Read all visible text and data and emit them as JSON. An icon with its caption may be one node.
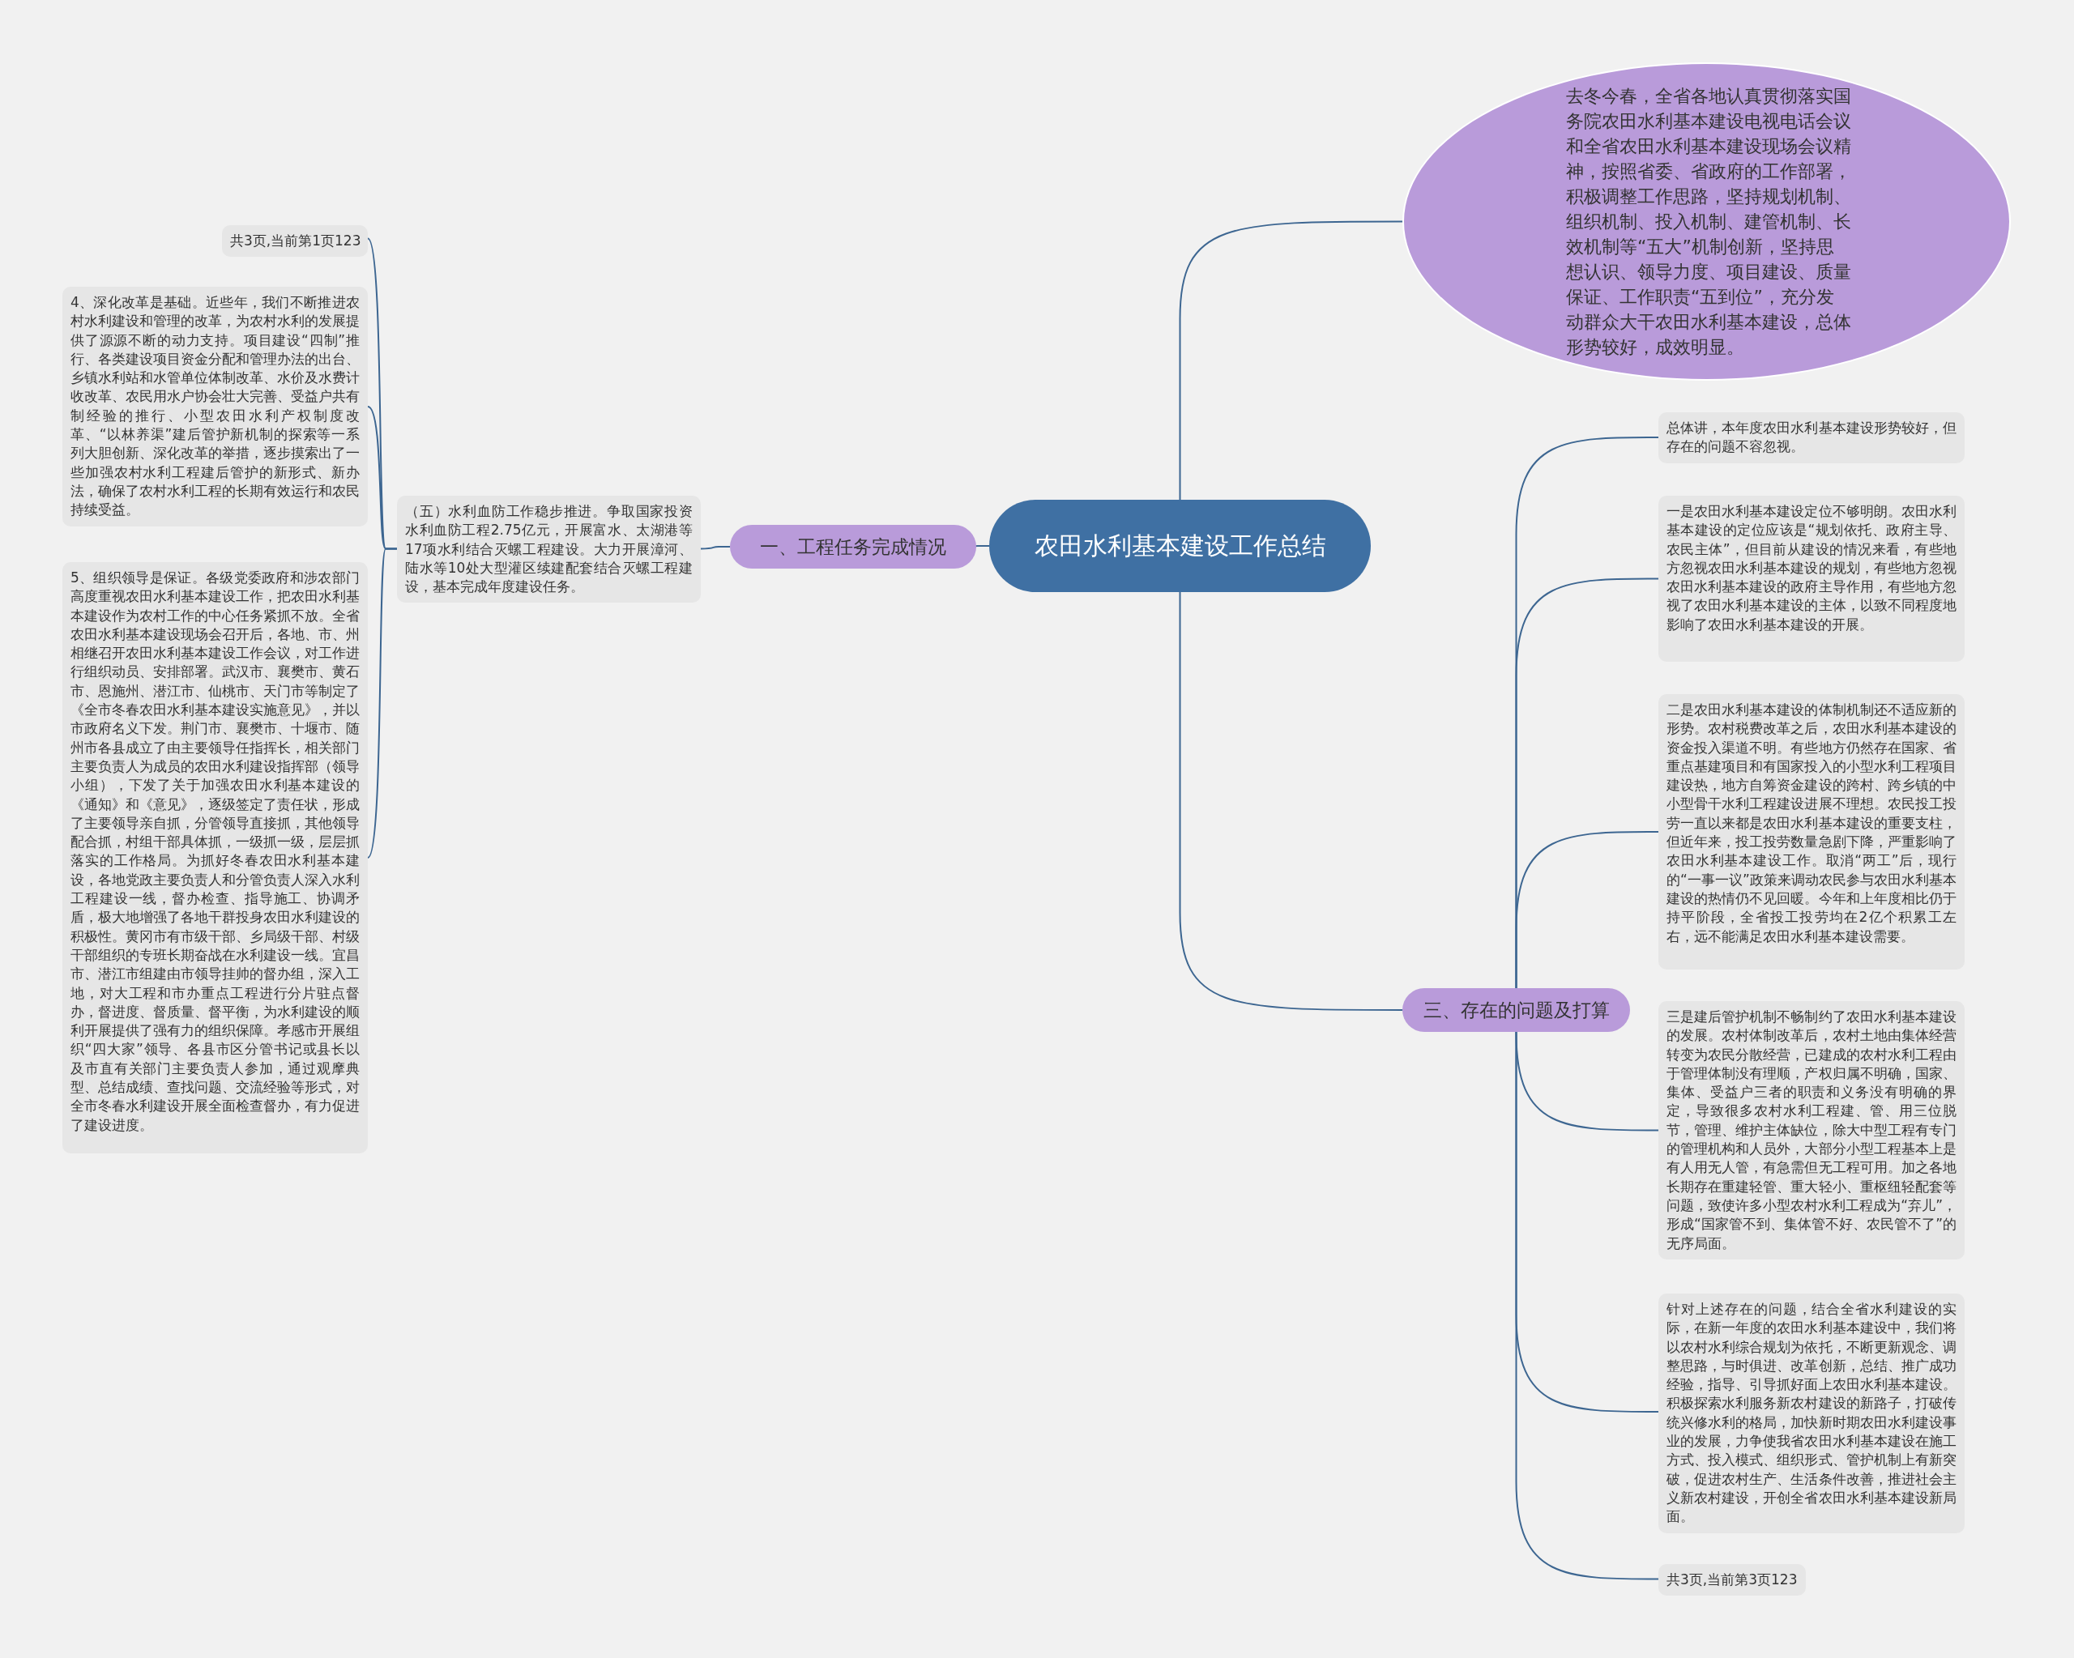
{
  "diagram": {
    "nodes": [
      {
        "text": [
          "农田水利基本建设工作总结"
        ]
      },
      {
        "text": [
          "一、工程任务完成情况"
        ]
      },
      {
        "text": [
          "（五）水利血防工作稳步推进。争取国家投资水利血防工程2.75亿元，开展富水、太湖港等17项水利结合灭螺工程建设。大力开展漳河、陆水等10处大型灌区续建配套结合灭螺工程建设，基本完成年度建设任务。"
        ]
      },
      {
        "text": [
          "共3页,当前第1页123"
        ]
      },
      {
        "text": [
          "4、深化改革是基础。近些年，我们不断推进农村水利建设和管理的改革，为农村水利的发展提供了源源不断的动力支持。项目建设“四制”推行、各类建设项目资金分配和管理办法的出台、乡镇水利站和水管单位体制改革、水价及水费计收改革、农民用水户协会壮大完善、受益户共有制经验的推行、小型农田水利产权制度改革、“以林养渠”建后管护新机制的探索等一系列大胆创新、深化改革的举措，逐步摸索出了一些加强农村水利工程建后管护的新形式、新办法，确保了农村水利工程的长期有效运行和农民持续受益。"
        ]
      },
      {
        "text": [
          "5、组织领导是保证。各级党委政府和涉农部门高度重视农田水利基本建设工作，把农田水利基本建设作为农村工作的中心任务紧抓不放。全省农田水利基本建设现场会召开后，各地、市、州相继召开农田水利基本建设工作会议，对工作进行组织动员、安排部署。武汉市、襄樊市、黄石市、恩施州、潜江市、仙桃市、天门市等制定了《全市冬春农田水利基本建设实施意见》，并以市政府名义下发。荆门市、襄樊市、十堰市、随州市各县成立了由主要领导任指挥长，相关部门主要负责人为成员的农田水利建设指挥部（领导小组），下发了关于加强农田水利基本建设的《通知》和《意见》，逐级签定了责任状，形成了主要领导亲自抓，分管领导直接抓，其他领导配合抓，村组干部具体抓，一级抓一级，层层抓落实的工作格局。为抓好冬春农田水利基本建设，各地党政主要负责人和分管负责人深入水利工程建设一线，督办检查、指导施工、协调矛盾，极大地增强了各地干群投身农田水利建设的积极性。黄冈市有市级干部、乡局级干部、村级干部组织的专班长期奋战在水利建设一线。宜昌市、潜江市组建由市领导挂帅的督办组，深入工地，对大工程和市办重点工程进行分片驻点督办，督进度、督质量、督平衡，为水利建设的顺利开展提供了强有力的组织保障。孝感市开展组织“四大家”领导、各县市区分管书记或县长以及市直有关部门主要负责人参加，通过观摩典型、总结成绩、查找问题、交流经验等形式，对全市冬春水利建设开展全面检查督办，有力促进了建设进度。"
        ]
      },
      {
        "text": [
          "去冬今春，全省各地认真贯彻落实国务院农田水利基本建设电视电话会议和全省农田水利基本建设现场会议精神，按照省委、省政府的工作部署，积极调整工作思路，坚持规划机制、组织机制、投入机制、建管机制、长效机制等“五大”机制创新，坚持思想认识、领导力度、项目建设、质量保证、工作职责“五到位”，充分发动群众大干农田水利基本建设，总体形势较好，成效明显。"
        ]
      },
      {
        "text": [
          "三、存在的问题及打算"
        ]
      },
      {
        "text": [
          "总体讲，本年度农田水利基本建设形势较好，但存在的问题不容忽视。"
        ]
      },
      {
        "text": [
          "一是农田水利基本建设定位不够明朗。农田水利基本建设的定位应该是“规划依托、政府主导、农民主体”，但目前从建设的情况来看，有些地方忽视农田水利基本建设的规划，有些地方忽视农田水利基本建设的政府主导作用，有些地方忽视了农田水利基本建设的主体，以致不同程度地影响了农田水利基本建设的开展。"
        ]
      },
      {
        "text": [
          "二是农田水利基本建设的体制机制还不适应新的形势。农村税费改革之后，农田水利基本建设的资金投入渠道不明。有些地方仍然存在国家、省重点基建项目和有国家投入的小型水利工程项目建设热，地方自筹资金建设的跨村、跨乡镇的中小型骨干水利工程建设进展不理想。农民投工投劳一直以来都是农田水利基本建设的重要支柱，但近年来，投工投劳数量急剧下降，严重影响了农田水利基本建设工作。取消“两工”后，现行的“一事一议”政策来调动农民参与农田水利基本建设的热情仍不见回暖。今年和上年度相比仍于持平阶段，全省投工投劳均在2亿个积累工左右，远不能满足农田水利基本建设需要。"
        ]
      },
      {
        "text": [
          "三是建后管护机制不畅制约了农田水利基本建设的发展。农村体制改革后，农村土地由集体经营转变为农民分散经营，已建成的农村水利工程由于管理体制没有理顺，产权归属不明确，国家、集体、受益户三者的职责和义务没有明确的界定，导致很多农村水利工程建、管、用三位脱节，管理、维护主体缺位，除大中型工程有专门的管理机构和人员外，大部分小型工程基本上是有人用无人管，有急需但无工程可用。加之各地长期存在重建轻管、重大轻小、重枢纽轻配套等问题，致使许多小型农村水利工程成为“弃儿”，形成“国家管不到、集体管不好、农民管不了”的无序局面。"
        ]
      },
      {
        "text": [
          "针对上述存在的问题，结合全省水利建设的实际，在新一年度的农田水利基本建设中，我们将以农村水利综合规划为依托，不断更新观念、调整思路，与时俱进、改革创新，总结、推广成功经验，指导、引导抓好面上农田水利基本建设。积极探索水利服务新农村建设的新路子，打破传统兴修水利的格局，加快新时期农田水利建设事业的发展，力争使我省农田水利基本建设在施工方式、投入模式、组织形式、管护机制上有新突破，促进农村生产、生活条件改善，推进社会主义新农村建设，开创全省农田水利基本建设新局面。"
        ]
      },
      {
        "text": [
          "共3页,当前第3页123"
        ]
      }
    ],
    "edges": [
      {
        "from": 0,
        "to": 1,
        "arrow": "none"
      },
      {
        "from": 1,
        "to": 2,
        "arrow": "none"
      },
      {
        "from": 2,
        "to": 3,
        "arrow": "none"
      },
      {
        "from": 2,
        "to": 4,
        "arrow": "none"
      },
      {
        "from": 2,
        "to": 5,
        "arrow": "none"
      },
      {
        "from": 0,
        "to": 6,
        "arrow": "none"
      },
      {
        "from": 0,
        "to": 7,
        "arrow": "none"
      },
      {
        "from": 7,
        "to": 8,
        "arrow": "none"
      },
      {
        "from": 7,
        "to": 9,
        "arrow": "none"
      },
      {
        "from": 7,
        "to": 10,
        "arrow": "none"
      },
      {
        "from": 7,
        "to": 11,
        "arrow": "none"
      },
      {
        "from": 7,
        "to": 12,
        "arrow": "none"
      },
      {
        "from": 7,
        "to": 13,
        "arrow": "none"
      }
    ]
  }
}
